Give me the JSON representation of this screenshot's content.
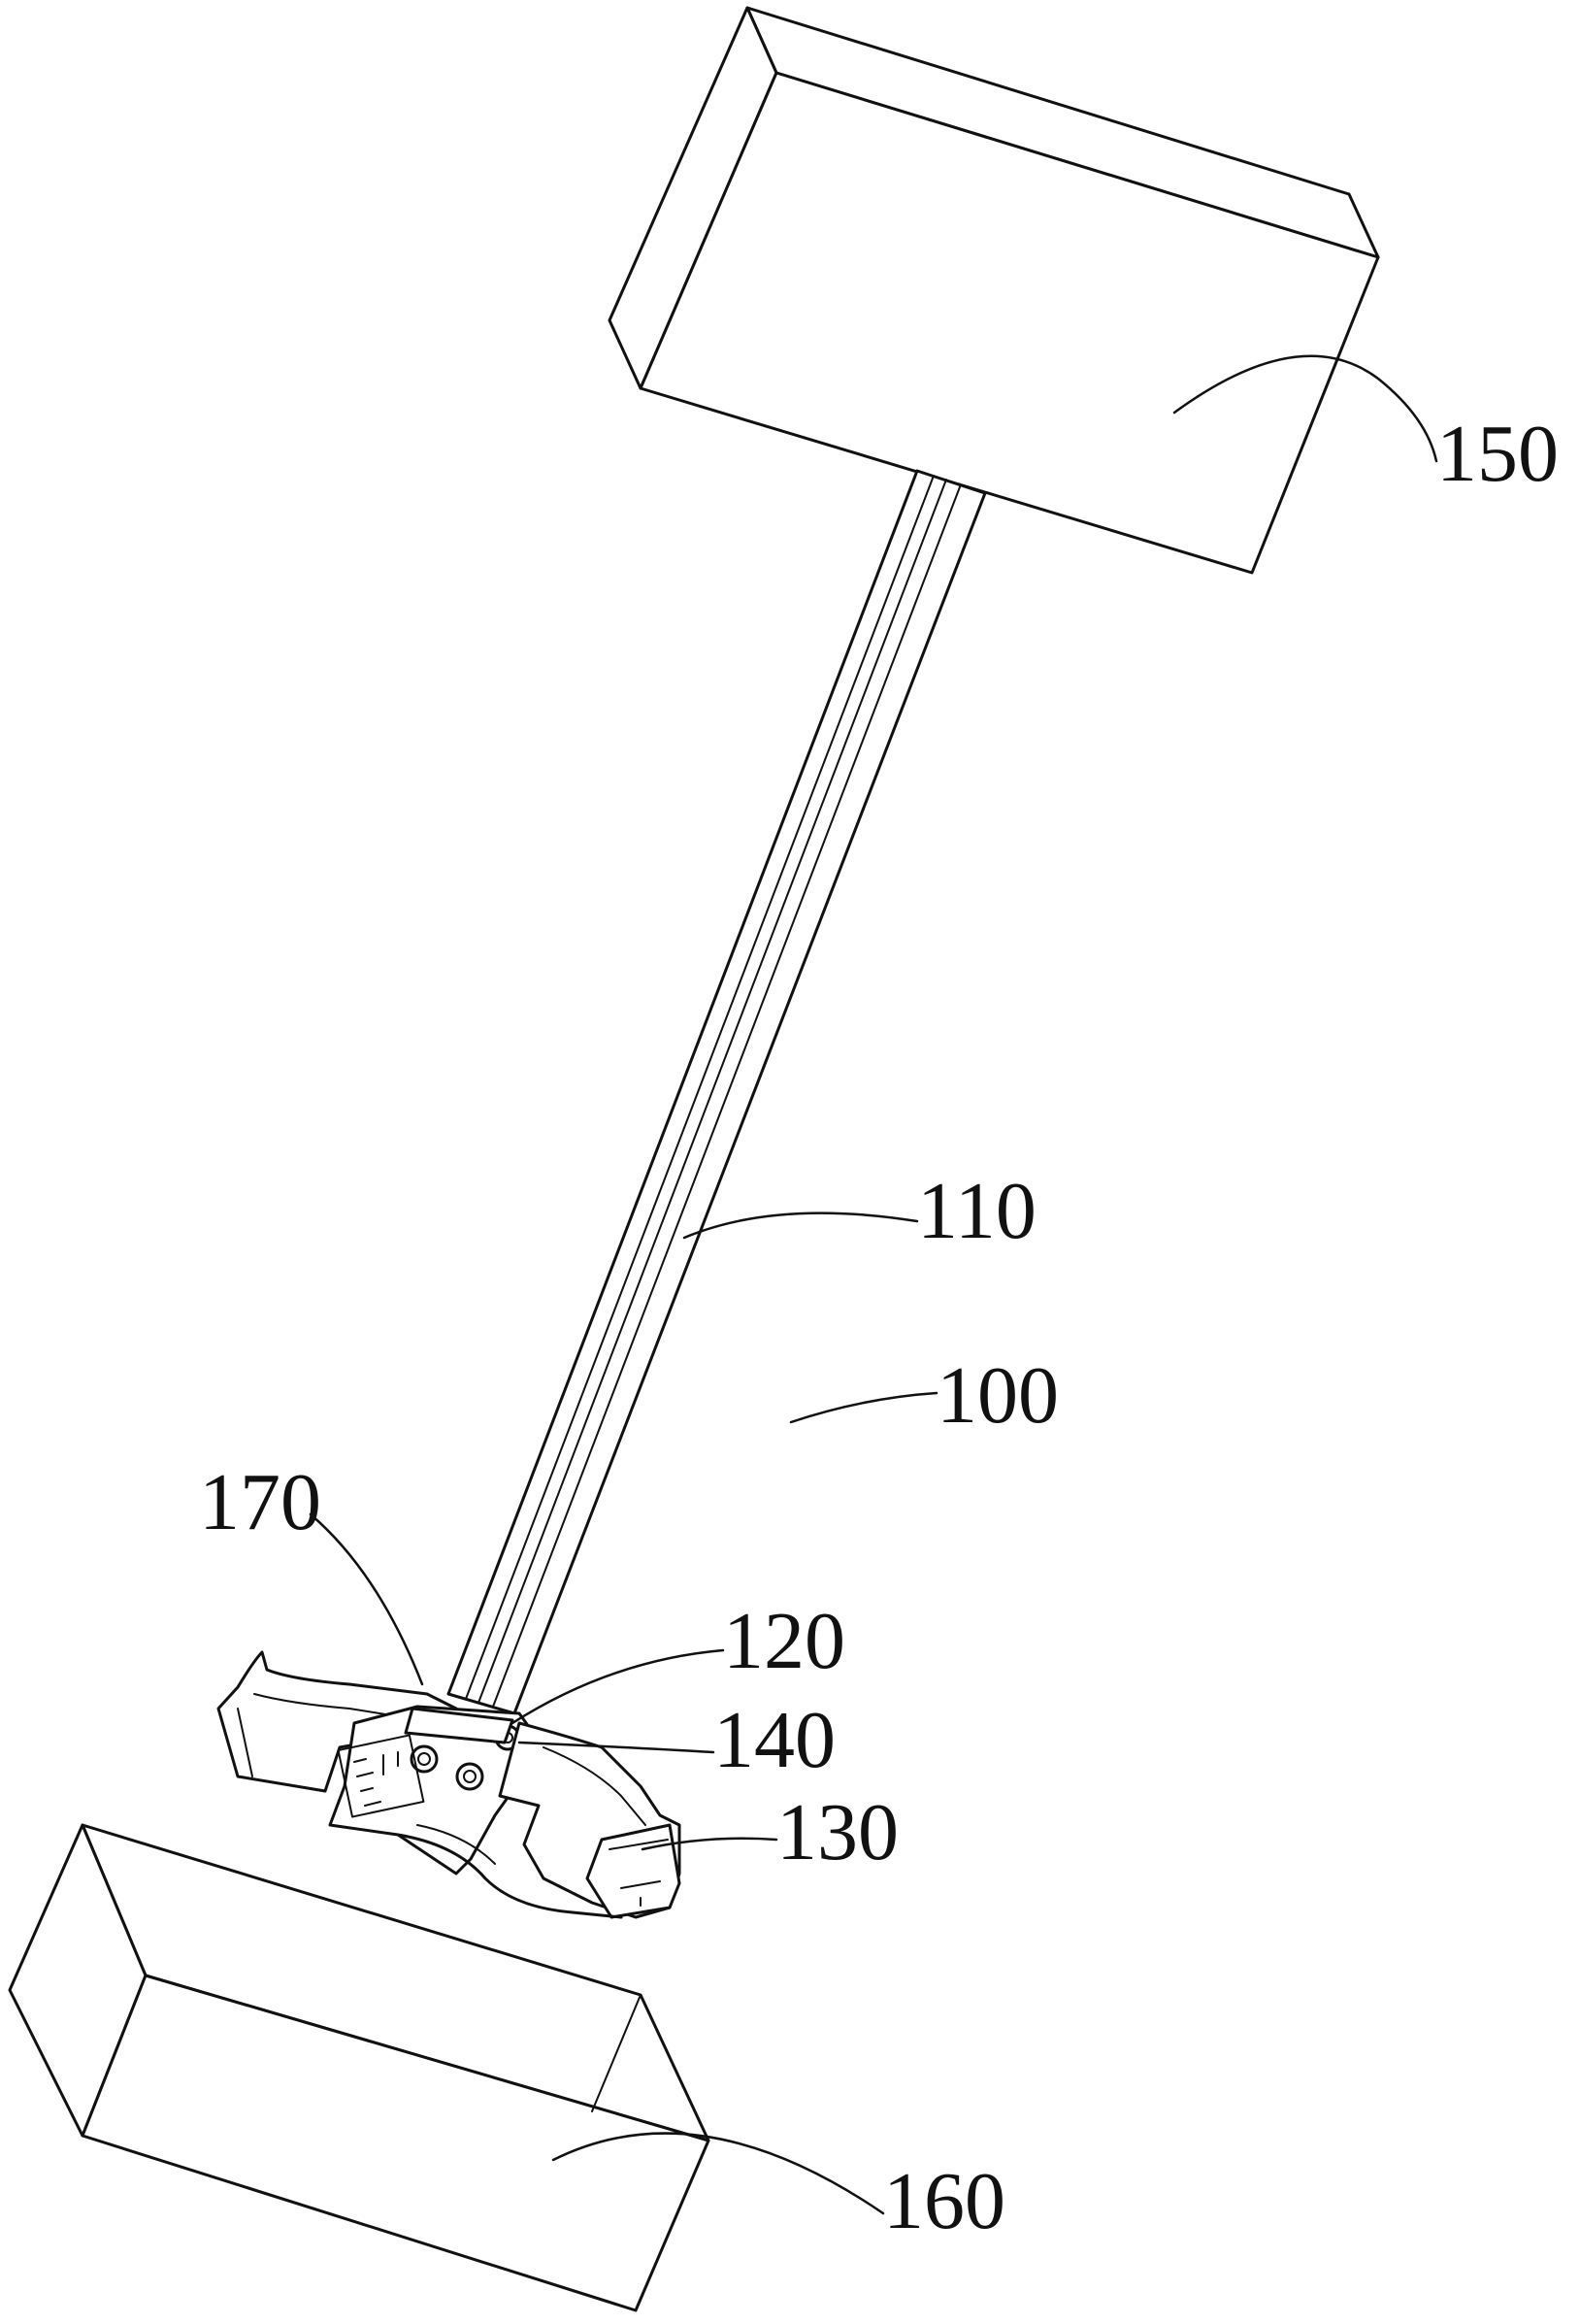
{
  "labels": {
    "upper_block": "150",
    "rod": "110",
    "assembly": "100",
    "fixing_part": "170",
    "joint": "120",
    "hinge": "140",
    "clamp": "130",
    "lower_block": "160"
  },
  "colors": {
    "line": "#111111",
    "background": "#ffffff"
  }
}
